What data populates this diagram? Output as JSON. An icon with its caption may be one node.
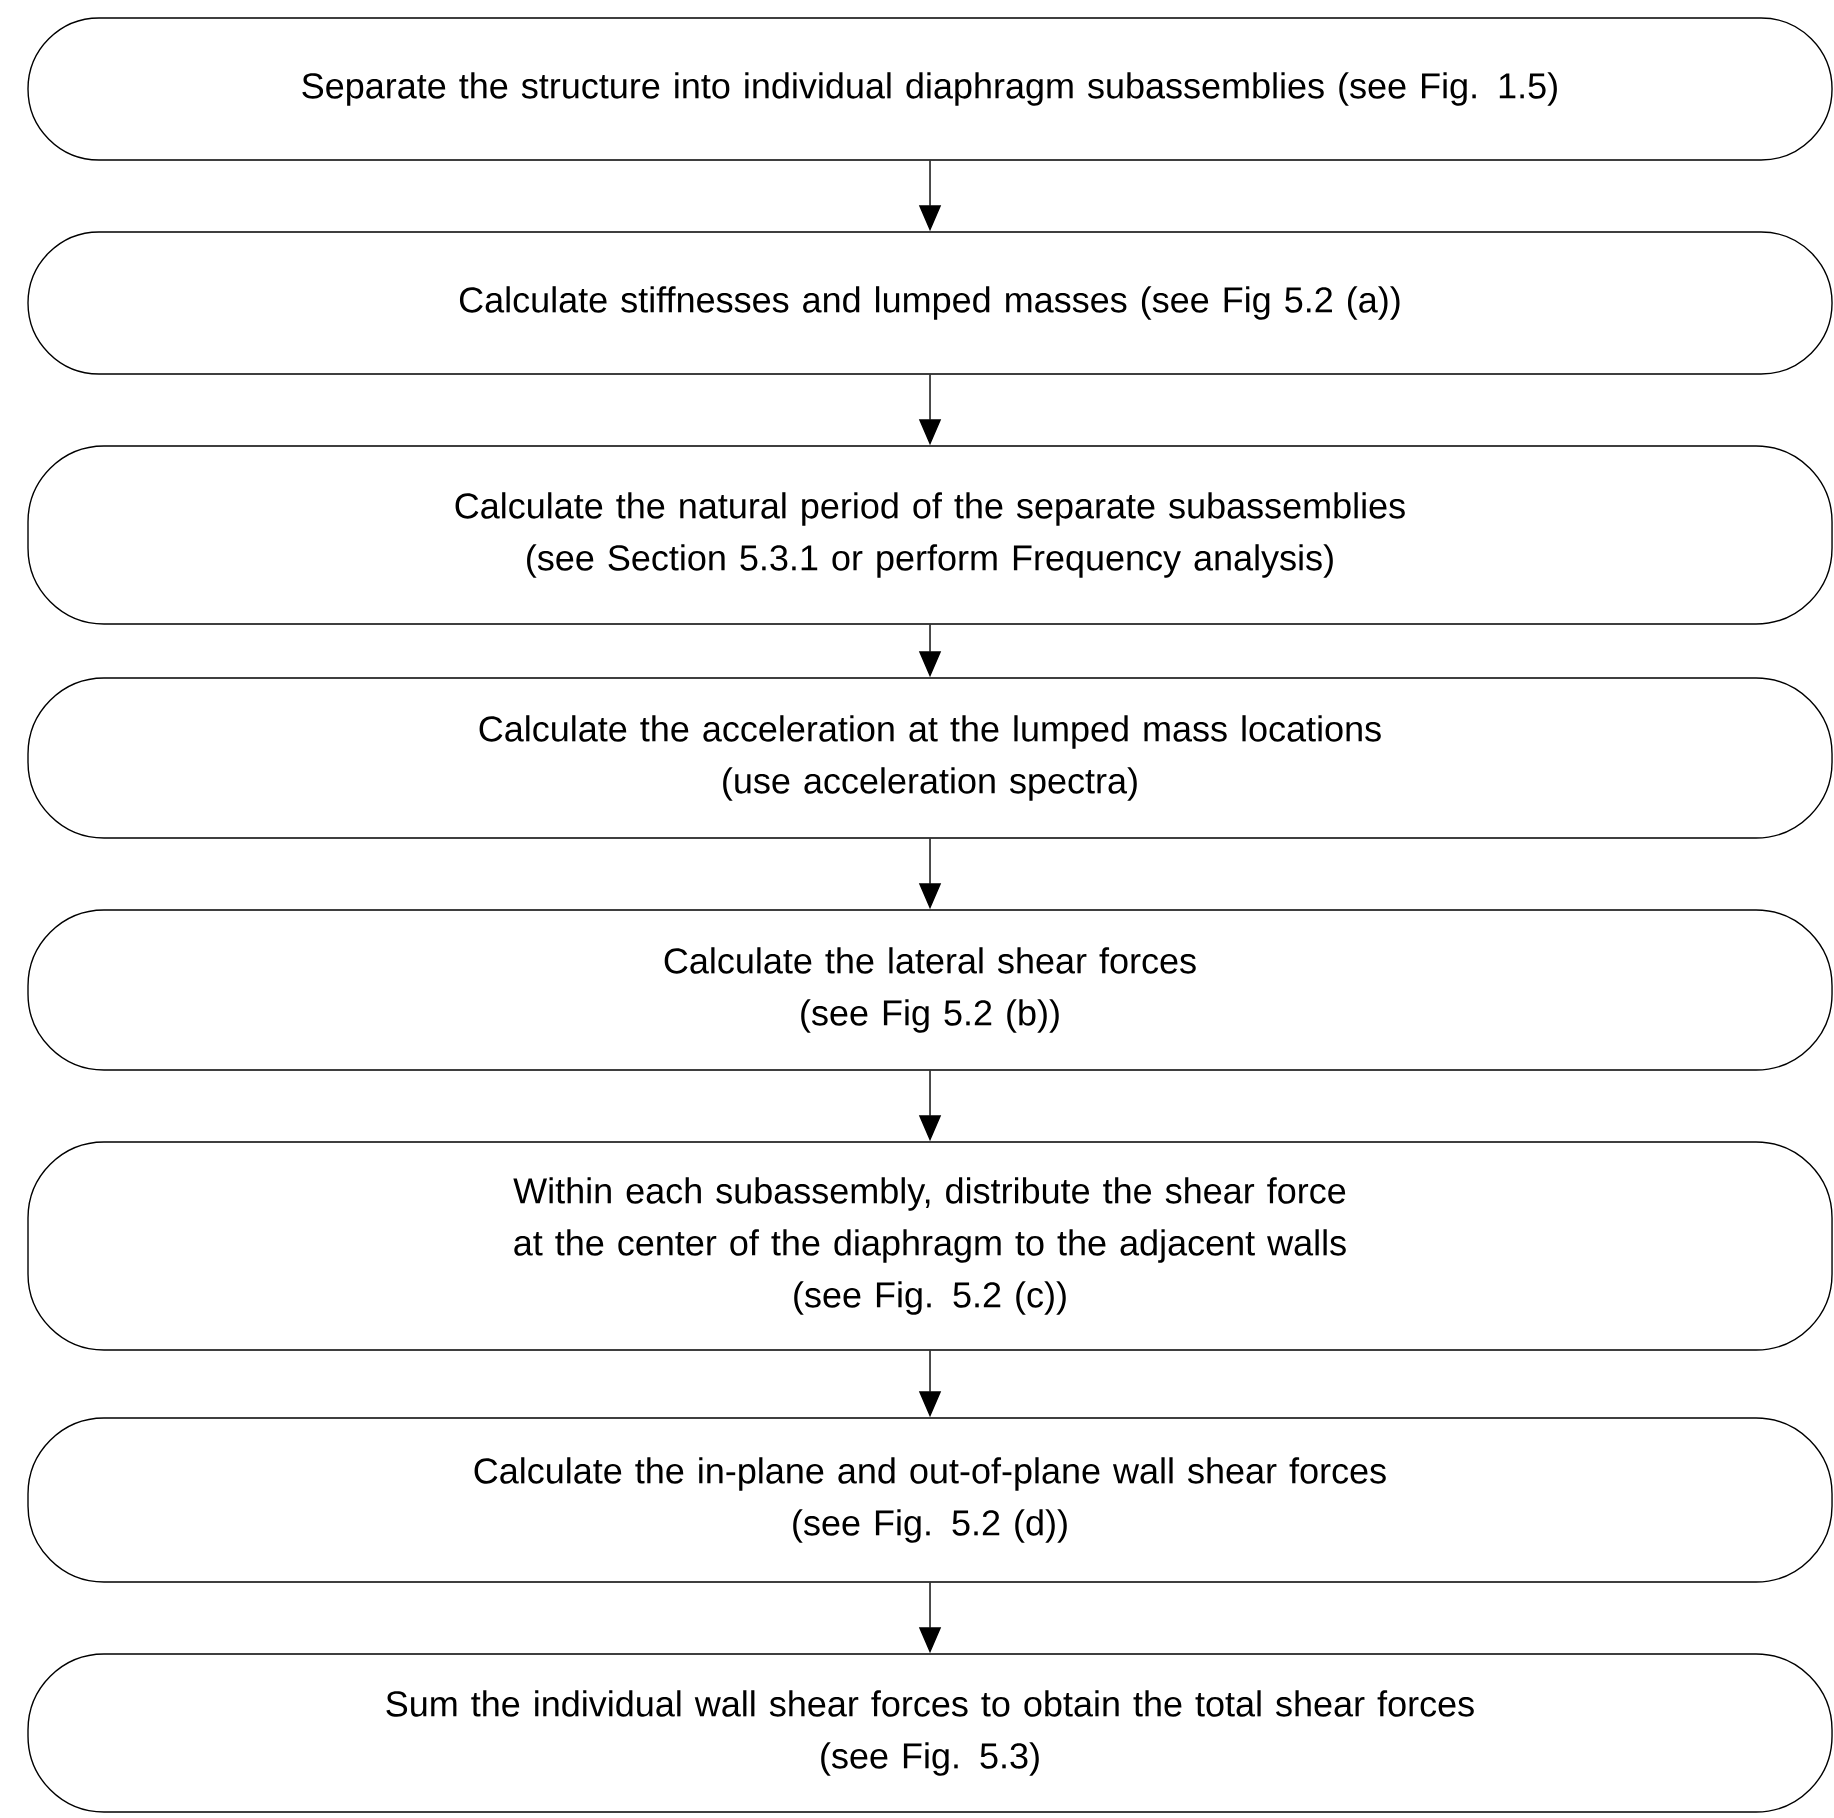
{
  "diagram": {
    "nodes": [
      {
        "text": [
          "Separate the structure into individual diaphragm subassemblies (see Fig. 1.5)"
        ]
      },
      {
        "text": [
          "Calculate stiffnesses and lumped masses (see Fig 5.2 (a))"
        ]
      },
      {
        "text": [
          "Calculate the natural period of the separate subassemblies",
          "(see Section 5.3.1 or perform Frequency analysis)"
        ]
      },
      {
        "text": [
          "Calculate the acceleration at the lumped mass locations",
          "(use acceleration spectra)"
        ]
      },
      {
        "text": [
          "Calculate the lateral shear forces",
          "(see Fig 5.2 (b))"
        ]
      },
      {
        "text": [
          "Within each subassembly, distribute the shear force at the center of the diaphragm to the adjacent walls",
          "(see Fig. 5.2 (c))"
        ]
      },
      {
        "text": [
          "Calculate the in-plane and out-of-plane wall shear forces",
          "(see Fig. 5.2 (d))"
        ]
      },
      {
        "text": [
          "Sum the individual wall shear forces to obtain the total shear forces",
          "(see Fig. 5.3)"
        ]
      }
    ],
    "edges": [
      {
        "from": 0,
        "to": 1,
        "arrow": "to"
      },
      {
        "from": 1,
        "to": 2,
        "arrow": "to"
      },
      {
        "from": 2,
        "to": 3,
        "arrow": "to"
      },
      {
        "from": 3,
        "to": 4,
        "arrow": "to"
      },
      {
        "from": 4,
        "to": 5,
        "arrow": "to"
      },
      {
        "from": 5,
        "to": 6,
        "arrow": "to"
      },
      {
        "from": 6,
        "to": 7,
        "arrow": "to"
      }
    ]
  }
}
